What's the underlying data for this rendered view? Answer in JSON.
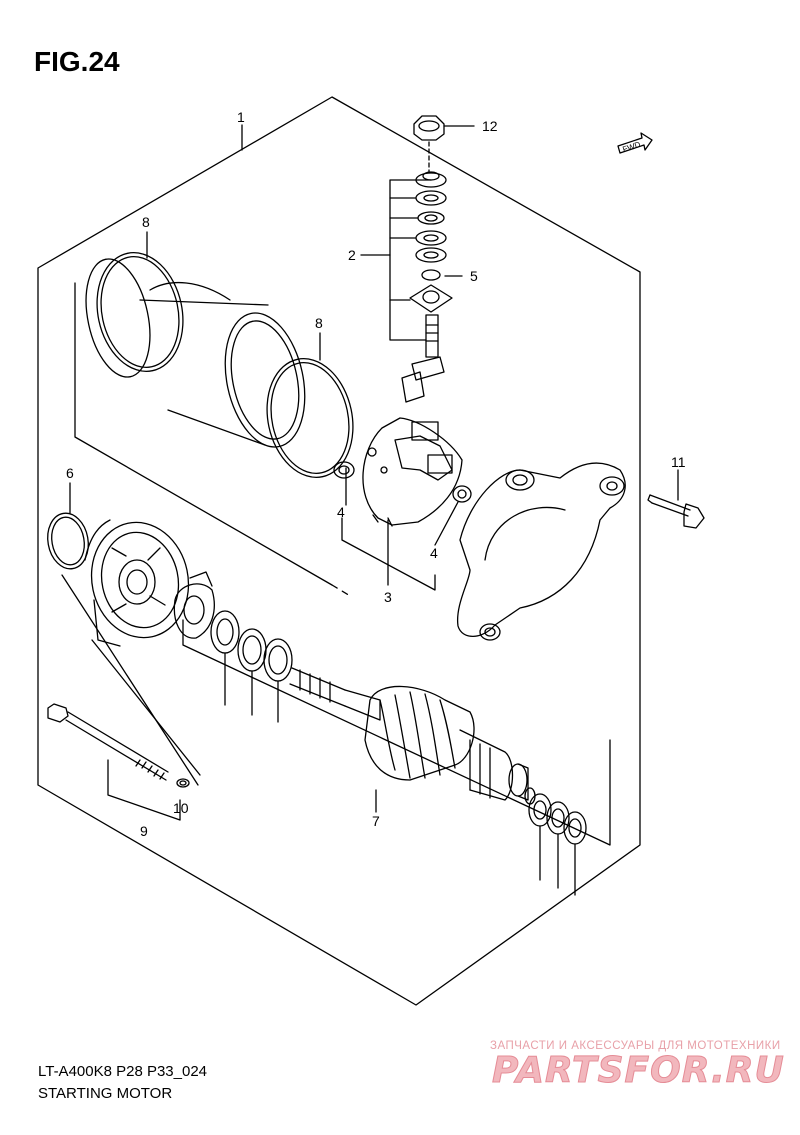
{
  "figure": {
    "title": "FIG.24",
    "model_code": "LT-A400K8 P28 P33_024",
    "section_name": "STARTING MOTOR"
  },
  "fwd_label": "FWD",
  "callouts": [
    {
      "id": "c1",
      "label": "1"
    },
    {
      "id": "c2",
      "label": "2"
    },
    {
      "id": "c3",
      "label": "3"
    },
    {
      "id": "c4a",
      "label": "4"
    },
    {
      "id": "c4b",
      "label": "4"
    },
    {
      "id": "c5",
      "label": "5"
    },
    {
      "id": "c6",
      "label": "6"
    },
    {
      "id": "c7",
      "label": "7"
    },
    {
      "id": "c8a",
      "label": "8"
    },
    {
      "id": "c8b",
      "label": "8"
    },
    {
      "id": "c9",
      "label": "9"
    },
    {
      "id": "c10",
      "label": "10"
    },
    {
      "id": "c11",
      "label": "11"
    },
    {
      "id": "c12",
      "label": "12"
    }
  ],
  "watermark": {
    "tagline": "ЗАПЧАСТИ И АКСЕССУАРЫ ДЛЯ МОТОТЕХНИКИ",
    "logo_text": "PARTSFOR.RU"
  }
}
